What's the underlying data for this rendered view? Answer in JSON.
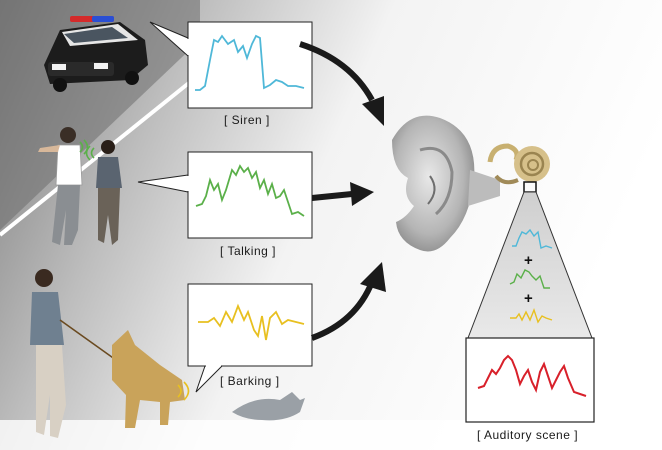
{
  "labels": {
    "siren": "[ Siren ]",
    "talking": "[ Talking ]",
    "barking": "[ Barking ]",
    "auditory_scene": "[ Auditory scene ]"
  },
  "operators": {
    "plus_1": "+",
    "plus_2": "+"
  },
  "colors": {
    "siren": "#4fb8d8",
    "talking": "#5bb04a",
    "barking": "#e8c020",
    "auditory_scene": "#d8202a",
    "arrow": "#1a1a1a"
  },
  "icons": [
    "police-car-icon",
    "walking-couple-icon",
    "woman-walking-dog-icon",
    "cat-icon",
    "ear-icon",
    "cochlea-icon"
  ]
}
